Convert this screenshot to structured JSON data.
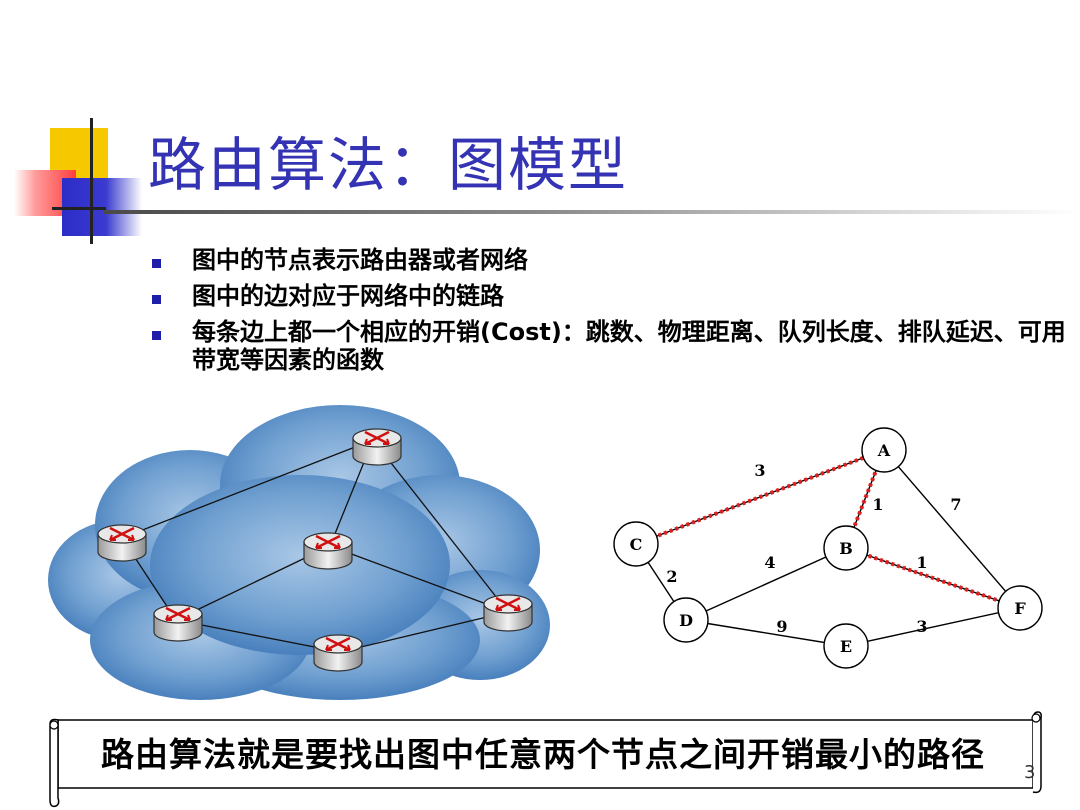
{
  "slide": {
    "title": "路由算法：图模型",
    "page_number": "3",
    "bullets": [
      {
        "text": "图中的节点表示路由器或者网络"
      },
      {
        "text": "图中的边对应于网络中的链路"
      },
      {
        "text": "每条边上都一个相应的开销(Cost)：跳数、物理距离、队列长度、排队延迟、可用带宽等因素的函数"
      }
    ],
    "banner_text": "路由算法就是要找出图中任意两个节点之间开销最小的路径"
  },
  "colors": {
    "title": "#3333b3",
    "bullet": "#1e1ea8",
    "path_highlight": "#e02020",
    "cloud": "#4a86c0"
  },
  "network": {
    "router_icon": "router-icon",
    "routers": [
      "router-1",
      "router-2",
      "router-3",
      "router-4",
      "router-5",
      "router-6"
    ]
  },
  "graph": {
    "nodes": [
      {
        "id": "A",
        "label": "A"
      },
      {
        "id": "B",
        "label": "B"
      },
      {
        "id": "C",
        "label": "C"
      },
      {
        "id": "D",
        "label": "D"
      },
      {
        "id": "E",
        "label": "E"
      },
      {
        "id": "F",
        "label": "F"
      }
    ],
    "edges": [
      {
        "from": "C",
        "to": "A",
        "cost": "3",
        "highlight": true
      },
      {
        "from": "A",
        "to": "B",
        "cost": "1",
        "highlight": true
      },
      {
        "from": "A",
        "to": "F",
        "cost": "7",
        "highlight": false
      },
      {
        "from": "C",
        "to": "D",
        "cost": "2",
        "highlight": false
      },
      {
        "from": "D",
        "to": "B",
        "cost": "4",
        "highlight": false
      },
      {
        "from": "B",
        "to": "F",
        "cost": "1",
        "highlight": true
      },
      {
        "from": "D",
        "to": "E",
        "cost": "9",
        "highlight": false
      },
      {
        "from": "E",
        "to": "F",
        "cost": "3",
        "highlight": false
      }
    ]
  }
}
